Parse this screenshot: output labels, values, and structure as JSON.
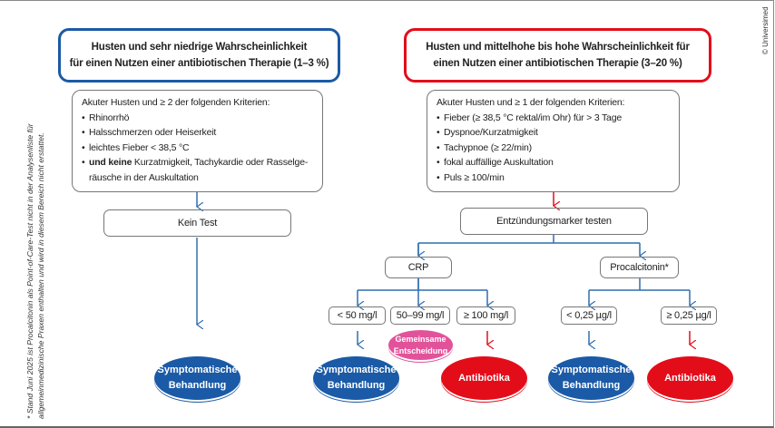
{
  "colors": {
    "low": "#1b5aa6",
    "high": "#e30d1a",
    "shared": "#e2529a"
  },
  "left": {
    "header": [
      "Husten und sehr niedrige Wahrscheinlichkeit",
      "für einen Nutzen einer antibiotischen Therapie (1–3 %)"
    ],
    "criteria_intro": "Akuter Husten und ≥ 2 der folgenden Kriterien:",
    "criteria": [
      "Rhinorrhö",
      "Halsschmerzen oder Heiserkeit",
      "leichtes Fieber < 38,5 °C"
    ],
    "criteria_last_bold": "und keine",
    "criteria_last_rest": " Kurzatmigkeit, Tachykardie oder Rasselge-räusche in der Auskultation",
    "test": "Kein Test",
    "outcome": [
      "Symptomatische",
      "Behandlung"
    ]
  },
  "right": {
    "header": [
      "Husten und mittelhohe bis hohe Wahrscheinlichkeit für",
      "einen Nutzen einer antibiotischen Therapie (3–20 %)"
    ],
    "criteria_intro": "Akuter Husten und ≥ 1 der folgenden Kriterien:",
    "criteria": [
      "Fieber (≥ 38,5 °C rektal/im Ohr) für > 3 Tage",
      "Dyspnoe/Kurzatmigkeit",
      "Tachypnoe (≥ 22/min)",
      "fokal auffällige Auskultation",
      "Puls ≥ 100/min"
    ],
    "test": "Entzündungsmarker testen",
    "crp": {
      "label": "CRP",
      "ranges": [
        "< 50 mg/l",
        "50–99 mg/l",
        "≥ 100 mg/l"
      ]
    },
    "pct": {
      "label": "Procalcitonin*",
      "ranges": [
        "< 0,25 µg/l",
        "≥ 0,25 µg/l"
      ]
    },
    "shared_decision": [
      "Gemeinsame",
      "Entscheidung"
    ],
    "symptomatic": [
      "Symptomatische",
      "Behandlung"
    ],
    "antibiotics": "Antibiotika"
  },
  "footnote": [
    "* Stand Juni 2025 ist Procalcitonin als Point-of-Care-Test nicht in der Analysenliste für",
    "allgemeinmedizinische Praxen enthalten und wird in diesem Bereich nicht erstattet."
  ],
  "copyright": "© Universimed"
}
